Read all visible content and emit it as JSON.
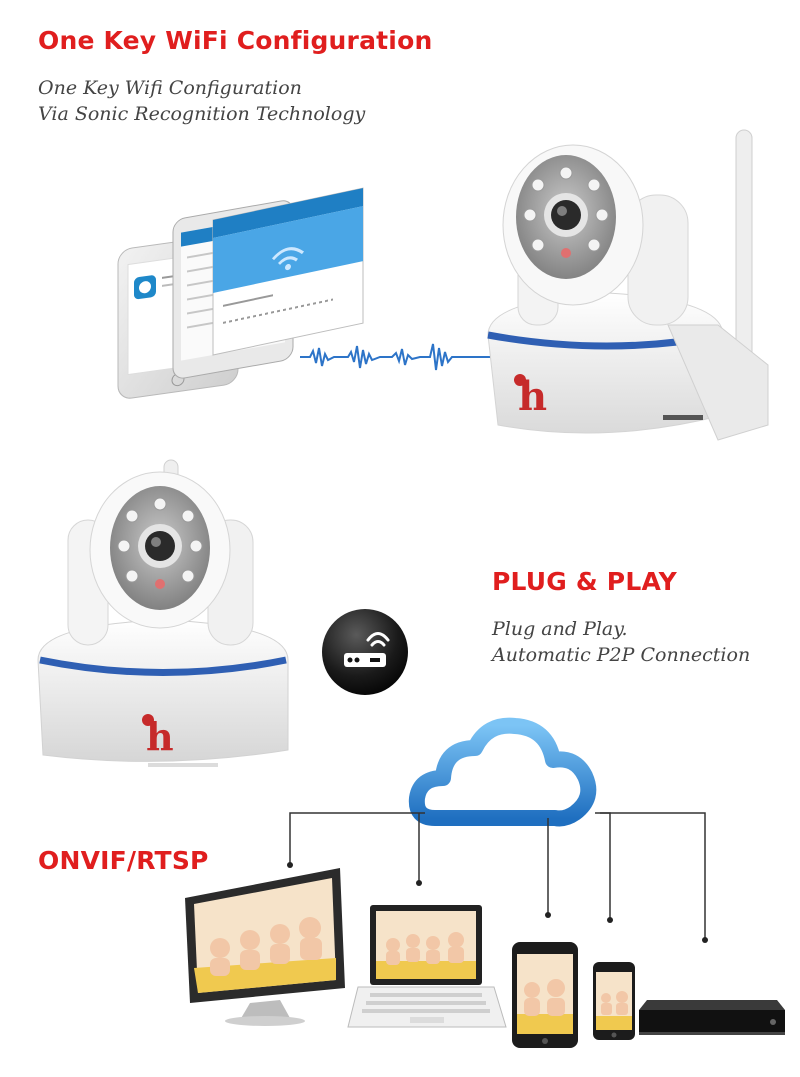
{
  "sections": {
    "wifi": {
      "title": "One Key WiFi Configuration",
      "line1": "One Key Wifi Configuration",
      "line2": "Via Sonic Recognition Technology"
    },
    "plug": {
      "title": "PLUG & PLAY",
      "line1": "Plug and Play.",
      "line2": "Automatic P2P Connection"
    },
    "onvif": {
      "title": "ONVIF/RTSP"
    }
  },
  "colors": {
    "accent_red": "#e01e1e",
    "camera_blue_band": "#2f5fb3",
    "cloud_blue": "#3a8fd8",
    "phone_screen_blue": "#2a9ad8"
  },
  "icons": [
    "camera-icon",
    "smartphone-icon",
    "sound-wave-icon",
    "router-icon",
    "cloud-icon",
    "monitor-icon",
    "laptop-icon",
    "tablet-icon",
    "phone-icon",
    "nvr-icon"
  ]
}
